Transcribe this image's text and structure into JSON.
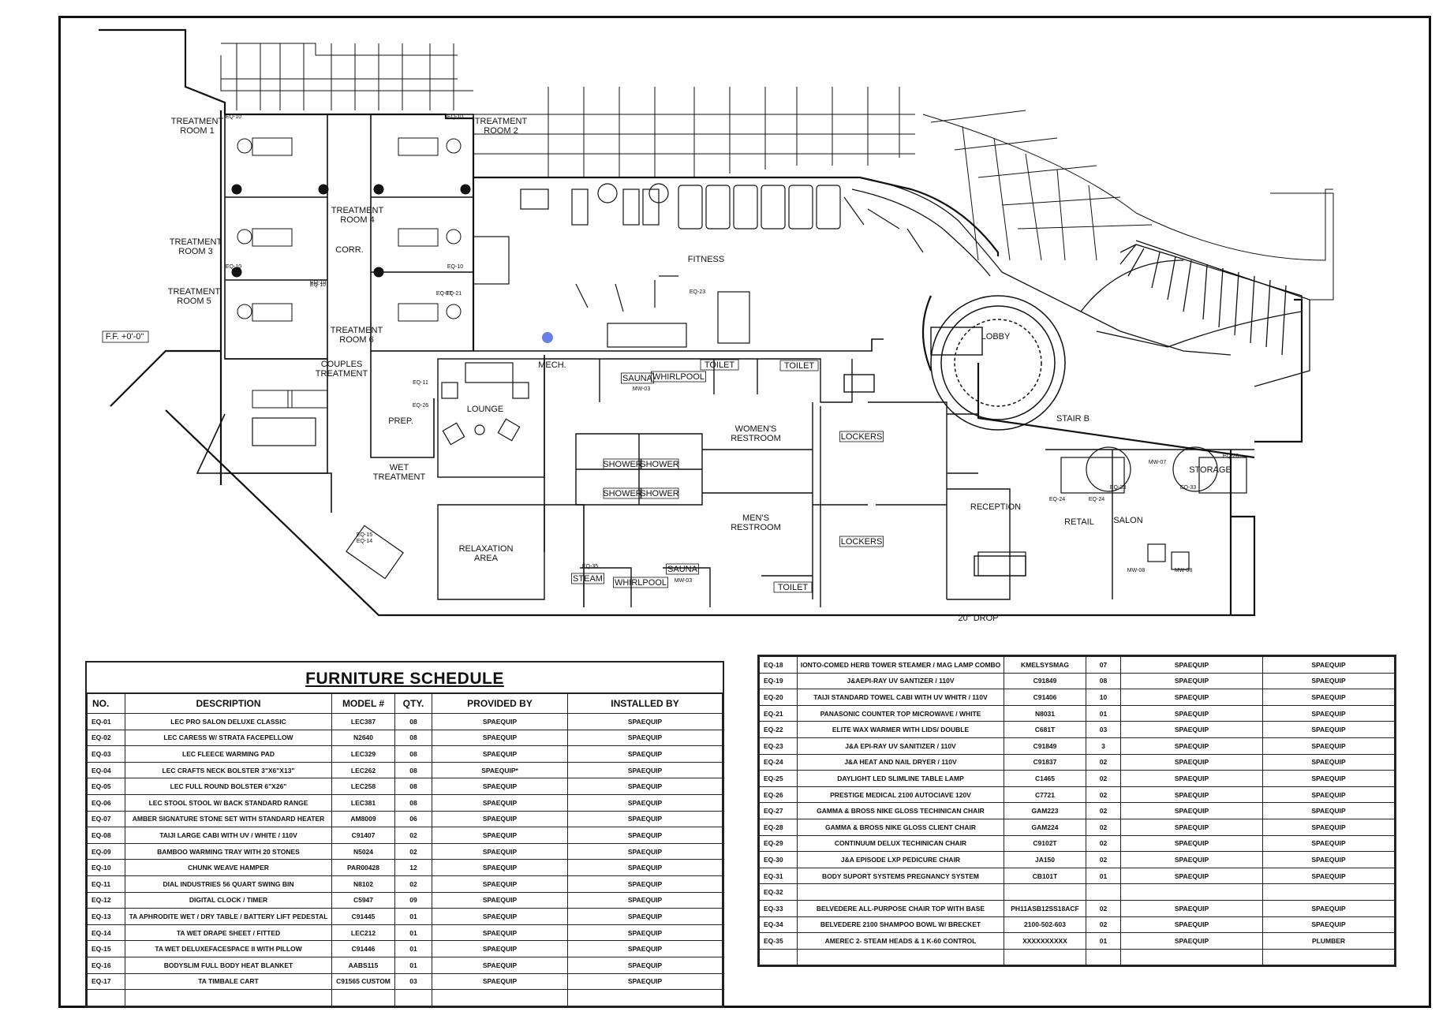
{
  "plan": {
    "elevation": "F.F. +0'-0\"",
    "drop_note": "20\" DROP",
    "rooms": [
      {
        "id": "treatment-room-1",
        "lines": [
          "TREATMENT",
          "ROOM  1"
        ]
      },
      {
        "id": "treatment-room-2",
        "lines": [
          "TREATMENT",
          "ROOM  2"
        ]
      },
      {
        "id": "treatment-room-3",
        "lines": [
          "TREATMENT",
          "ROOM  3"
        ]
      },
      {
        "id": "treatment-room-4",
        "lines": [
          "TREATMENT",
          "ROOM  4"
        ]
      },
      {
        "id": "treatment-room-5",
        "lines": [
          "TREATMENT",
          "ROOM  5"
        ]
      },
      {
        "id": "treatment-room-6",
        "lines": [
          "TREATMENT",
          "ROOM  6"
        ]
      },
      {
        "id": "corr",
        "lines": [
          "CORR."
        ]
      },
      {
        "id": "couples-treatment",
        "lines": [
          "COUPLES",
          "TREATMENT"
        ]
      },
      {
        "id": "prep",
        "lines": [
          "PREP."
        ]
      },
      {
        "id": "wet-treatment",
        "lines": [
          "WET",
          "TREATMENT"
        ]
      },
      {
        "id": "lounge",
        "lines": [
          "LOUNGE"
        ]
      },
      {
        "id": "mech",
        "lines": [
          "MECH."
        ]
      },
      {
        "id": "fitness",
        "lines": [
          "FITNESS"
        ]
      },
      {
        "id": "lobby",
        "lines": [
          "LOBBY"
        ]
      },
      {
        "id": "stair-b",
        "lines": [
          "STAIR  B"
        ]
      },
      {
        "id": "womens-restroom",
        "lines": [
          "WOMEN'S",
          "RESTROOM"
        ]
      },
      {
        "id": "mens-restroom",
        "lines": [
          "MEN'S",
          "RESTROOM"
        ]
      },
      {
        "id": "relaxation-area",
        "lines": [
          "RELAXATION",
          "AREA"
        ]
      },
      {
        "id": "reception",
        "lines": [
          "RECEPTION"
        ]
      },
      {
        "id": "retail",
        "lines": [
          "RETAIL"
        ]
      },
      {
        "id": "salon",
        "lines": [
          "SALON"
        ]
      },
      {
        "id": "storage",
        "lines": [
          "STORAGE"
        ]
      },
      {
        "id": "sauna-1",
        "lines": [
          "SAUNA"
        ]
      },
      {
        "id": "whirlpool-1",
        "lines": [
          "WHIRLPOOL"
        ]
      },
      {
        "id": "toilet-1",
        "lines": [
          "TOILET"
        ]
      },
      {
        "id": "toilet-2",
        "lines": [
          "TOILET"
        ]
      },
      {
        "id": "toilet-3",
        "lines": [
          "TOILET"
        ]
      },
      {
        "id": "lockers-1",
        "lines": [
          "LOCKERS"
        ]
      },
      {
        "id": "lockers-2",
        "lines": [
          "LOCKERS"
        ]
      },
      {
        "id": "shower-1",
        "lines": [
          "SHOWER"
        ]
      },
      {
        "id": "shower-2",
        "lines": [
          "SHOWER"
        ]
      },
      {
        "id": "shower-3",
        "lines": [
          "SHOWER"
        ]
      },
      {
        "id": "shower-4",
        "lines": [
          "SHOWER"
        ]
      },
      {
        "id": "steam",
        "lines": [
          "STEAM"
        ]
      },
      {
        "id": "whirlpool-2",
        "lines": [
          "WHIRLPOOL"
        ]
      },
      {
        "id": "sauna-2",
        "lines": [
          "SAUNA"
        ]
      }
    ],
    "tags": [
      "EQ-10",
      "EQ-10",
      "EQ-10",
      "EQ-10",
      "EQ-10",
      "EQ-10",
      "EQ-23",
      "EQ-11",
      "EQ-26",
      "EQ-15",
      "EQ-14",
      "EQ-35",
      "MW-03",
      "MW-03",
      "EQ-26",
      "EQ-33",
      "EQ-33",
      "EQ-24",
      "EQ-24",
      "MW-07",
      "MW-08",
      "MW-08",
      "EQ-17",
      "EQ-21"
    ]
  },
  "schedule": {
    "title": "FURNITURE SCHEDULE",
    "headers": {
      "no": "NO.",
      "description": "DESCRIPTION",
      "model": "MODEL #",
      "qty": "QTY.",
      "provided": "PROVIDED BY",
      "installed": "INSTALLED BY"
    },
    "rows_left": [
      {
        "no": "EQ-01",
        "description": "LEC PRO SALON DELUXE CLASSIC",
        "model": "LEC387",
        "qty": "08",
        "provided": "SPAEQUIP",
        "installed": "SPAEQUIP"
      },
      {
        "no": "EQ-02",
        "description": "LEC CARESS W/ STRATA FACEPELLOW",
        "model": "N2640",
        "qty": "08",
        "provided": "SPAEQUIP",
        "installed": "SPAEQUIP"
      },
      {
        "no": "EQ-03",
        "description": "LEC FLEECE WARMING PAD",
        "model": "LEC329",
        "qty": "08",
        "provided": "SPAEQUIP",
        "installed": "SPAEQUIP"
      },
      {
        "no": "EQ-04",
        "description": "LEC CRAFTS NECK BOLSTER 3\"X6\"X13\"",
        "model": "LEC262",
        "qty": "08",
        "provided": "SPAEQUIP*",
        "installed": "SPAEQUIP"
      },
      {
        "no": "EQ-05",
        "description": "LEC FULL ROUND BOLSTER 6\"X26\"",
        "model": "LEC258",
        "qty": "08",
        "provided": "SPAEQUIP",
        "installed": "SPAEQUIP"
      },
      {
        "no": "EQ-06",
        "description": "LEC STOOL STOOL W/ BACK STANDARD RANGE",
        "model": "LEC381",
        "qty": "08",
        "provided": "SPAEQUIP",
        "installed": "SPAEQUIP"
      },
      {
        "no": "EQ-07",
        "description": "AMBER SIGNATURE STONE SET WITH STANDARD HEATER",
        "model": "AM8009",
        "qty": "06",
        "provided": "SPAEQUIP",
        "installed": "SPAEQUIP"
      },
      {
        "no": "EQ-08",
        "description": "TAIJI LARGE CABI WITH UV / WHITE / 110V",
        "model": "C91407",
        "qty": "02",
        "provided": "SPAEQUIP",
        "installed": "SPAEQUIP"
      },
      {
        "no": "EQ-09",
        "description": "BAMBOO WARMING TRAY WITH 20 STONES",
        "model": "N5024",
        "qty": "02",
        "provided": "SPAEQUIP",
        "installed": "SPAEQUIP"
      },
      {
        "no": "EQ-10",
        "description": "CHUNK WEAVE HAMPER",
        "model": "PAR00428",
        "qty": "12",
        "provided": "SPAEQUIP",
        "installed": "SPAEQUIP"
      },
      {
        "no": "EQ-11",
        "description": "DIAL INDUSTRIES 56 QUART SWING BIN",
        "model": "N8102",
        "qty": "02",
        "provided": "SPAEQUIP",
        "installed": "SPAEQUIP"
      },
      {
        "no": "EQ-12",
        "description": "DIGITAL CLOCK / TIMER",
        "model": "C5947",
        "qty": "09",
        "provided": "SPAEQUIP",
        "installed": "SPAEQUIP"
      },
      {
        "no": "EQ-13",
        "description": "TA APHRODITE WET / DRY TABLE / BATTERY LIFT PEDESTAL",
        "model": "C91445",
        "qty": "01",
        "provided": "SPAEQUIP",
        "installed": "SPAEQUIP"
      },
      {
        "no": "EQ-14",
        "description": "TA WET DRAPE SHEET / FITTED",
        "model": "LEC212",
        "qty": "01",
        "provided": "SPAEQUIP",
        "installed": "SPAEQUIP"
      },
      {
        "no": "EQ-15",
        "description": "TA WET DELUXEFACESPACE II WITH PILLOW",
        "model": "C91446",
        "qty": "01",
        "provided": "SPAEQUIP",
        "installed": "SPAEQUIP"
      },
      {
        "no": "EQ-16",
        "description": "BODYSLIM FULL BODY HEAT BLANKET",
        "model": "AABS115",
        "qty": "01",
        "provided": "SPAEQUIP",
        "installed": "SPAEQUIP"
      },
      {
        "no": "EQ-17",
        "description": "TA TIMBALE CART",
        "model": "C91565 CUSTOM",
        "qty": "03",
        "provided": "SPAEQUIP",
        "installed": "SPAEQUIP"
      }
    ],
    "rows_right": [
      {
        "no": "EQ-18",
        "description": "IONTO-COMED HERB TOWER STEAMER / MAG LAMP COMBO",
        "model": "KMELSYSMAG",
        "qty": "07",
        "provided": "SPAEQUIP",
        "installed": "SPAEQUIP"
      },
      {
        "no": "EQ-19",
        "description": "J&AEPI-RAY UV SANTIZER / 110V",
        "model": "C91849",
        "qty": "08",
        "provided": "SPAEQUIP",
        "installed": "SPAEQUIP"
      },
      {
        "no": "EQ-20",
        "description": "TAIJI STANDARD TOWEL CABI WITH UV WHITR / 110V",
        "model": "C91406",
        "qty": "10",
        "provided": "SPAEQUIP",
        "installed": "SPAEQUIP"
      },
      {
        "no": "EQ-21",
        "description": "PANASONIC COUNTER TOP MICROWAVE / WHITE",
        "model": "N8031",
        "qty": "01",
        "provided": "SPAEQUIP",
        "installed": "SPAEQUIP"
      },
      {
        "no": "EQ-22",
        "description": "ELITE WAX WARMER WITH LIDS/ DOUBLE",
        "model": "C681T",
        "qty": "03",
        "provided": "SPAEQUIP",
        "installed": "SPAEQUIP"
      },
      {
        "no": "EQ-23",
        "description": "J&A EPI-RAY UV SANITIZER / 110V",
        "model": "C91849",
        "qty": "3",
        "provided": "SPAEQUIP",
        "installed": "SPAEQUIP"
      },
      {
        "no": "EQ-24",
        "description": "J&A HEAT AND NAIL DRYER / 110V",
        "model": "C91837",
        "qty": "02",
        "provided": "SPAEQUIP",
        "installed": "SPAEQUIP"
      },
      {
        "no": "EQ-25",
        "description": "DAYLIGHT LED SLIMLINE TABLE LAMP",
        "model": "C1465",
        "qty": "02",
        "provided": "SPAEQUIP",
        "installed": "SPAEQUIP"
      },
      {
        "no": "EQ-26",
        "description": "PRESTIGE MEDICAL 2100 AUTOCIAVE 120V",
        "model": "C7721",
        "qty": "02",
        "provided": "SPAEQUIP",
        "installed": "SPAEQUIP"
      },
      {
        "no": "EQ-27",
        "description": "GAMMA & BROSS NIKE GLOSS TECHINICAN CHAIR",
        "model": "GAM223",
        "qty": "02",
        "provided": "SPAEQUIP",
        "installed": "SPAEQUIP"
      },
      {
        "no": "EQ-28",
        "description": "GAMMA & BROSS NIKE GLOSS CLIENT CHAIR",
        "model": "GAM224",
        "qty": "02",
        "provided": "SPAEQUIP",
        "installed": "SPAEQUIP"
      },
      {
        "no": "EQ-29",
        "description": "CONTINUUM DELUX TECHINICAN CHAIR",
        "model": "C9102T",
        "qty": "02",
        "provided": "SPAEQUIP",
        "installed": "SPAEQUIP"
      },
      {
        "no": "EQ-30",
        "description": "J&A EPISODE LXP PEDICURE CHAIR",
        "model": "JA150",
        "qty": "02",
        "provided": "SPAEQUIP",
        "installed": "SPAEQUIP"
      },
      {
        "no": "EQ-31",
        "description": "BODY SUPORT SYSTEMS PREGNANCY SYSTEM",
        "model": "CB101T",
        "qty": "01",
        "provided": "SPAEQUIP",
        "installed": "SPAEQUIP"
      },
      {
        "no": "EQ-32",
        "description": "",
        "model": "",
        "qty": "",
        "provided": "",
        "installed": ""
      },
      {
        "no": "EQ-33",
        "description": "BELVEDERE ALL-PURPOSE CHAIR TOP WITH BASE",
        "model": "PH11ASB12SS18ACF",
        "qty": "02",
        "provided": "SPAEQUIP",
        "installed": "SPAEQUIP"
      },
      {
        "no": "EQ-34",
        "description": "BELVEDERE 2100 SHAMPOO BOWL W/ BRECKET",
        "model": "2100-502-603",
        "qty": "02",
        "provided": "SPAEQUIP",
        "installed": "SPAEQUIP"
      },
      {
        "no": "EQ-35",
        "description": "AMEREC 2- STEAM HEADS & 1 K-60 CONTROL",
        "model": "XXXXXXXXXX",
        "qty": "01",
        "provided": "SPAEQUIP",
        "installed": "PLUMBER"
      }
    ]
  }
}
